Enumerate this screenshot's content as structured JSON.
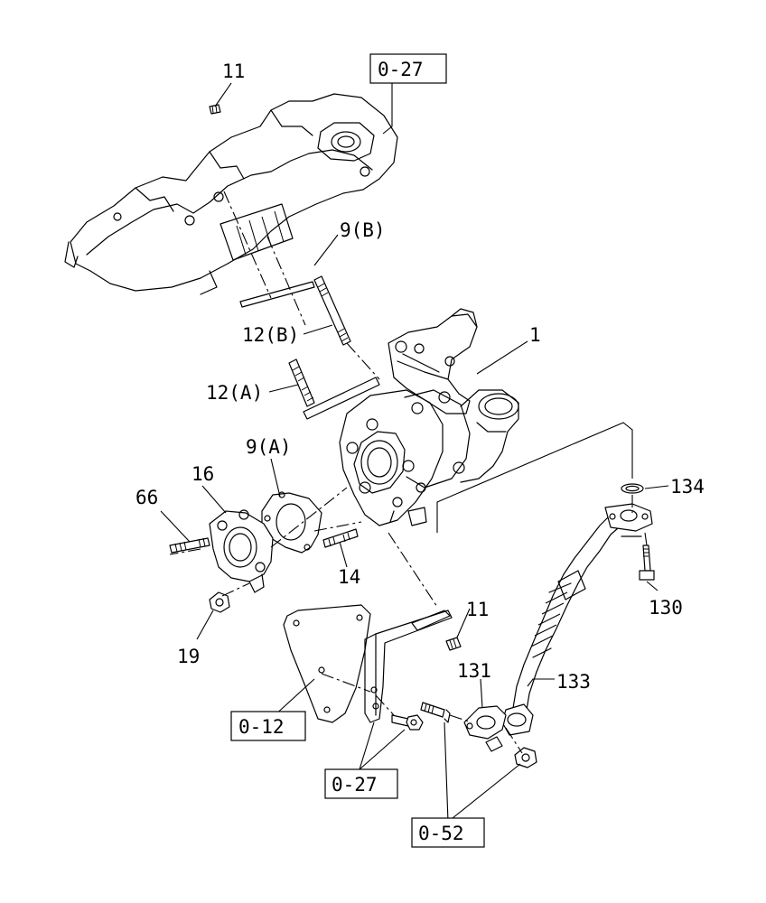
{
  "labels": {
    "p1": "1",
    "p9a": "9(A)",
    "p9b": "9(B)",
    "p11_top": "11",
    "p11_mid": "11",
    "p12a": "12(A)",
    "p12b": "12(B)",
    "p14": "14",
    "p16": "16",
    "p19": "19",
    "p66": "66",
    "p130": "130",
    "p131": "131",
    "p133": "133",
    "p134": "134"
  },
  "refs": {
    "r027_top": "0-27",
    "r012": "0-12",
    "r027_bottom": "0-27",
    "r052": "0-52"
  }
}
